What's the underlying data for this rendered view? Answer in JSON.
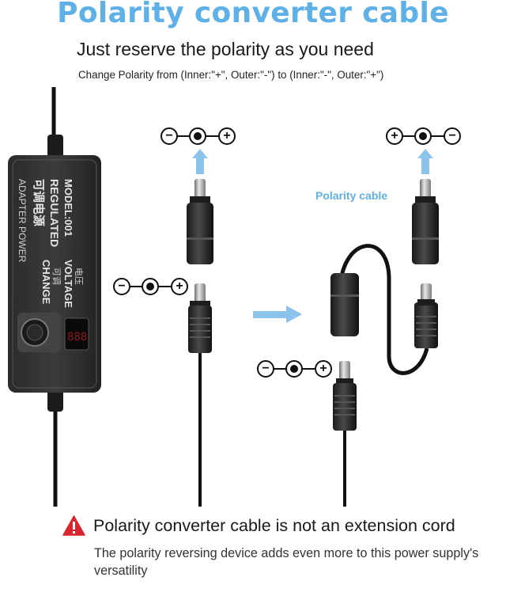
{
  "title": "Polarity converter cable",
  "subtitle": "Just reserve the polarity as you need",
  "note": "Change Polarity from (Inner:\"+\", Outer:\"-\") to (Inner:\"-\", Outer:\"+\")",
  "adapter": {
    "line1": "ADAPTER POWER",
    "line2": "可调电源",
    "line3": "REGULATED",
    "line4": "MODEL:001",
    "voltage": "VOLTAGE",
    "voltage_cn": "电压",
    "change": "CHANGE",
    "change_cn": "可调",
    "display": "888"
  },
  "polarity_cable_label": "Polarity cable",
  "polarity_symbols": {
    "original_top": [
      "−",
      "+"
    ],
    "original_mid": [
      "−",
      "+"
    ],
    "converted_top": [
      "+",
      "−"
    ],
    "converted_bottom": [
      "−",
      "+"
    ]
  },
  "warning": {
    "icon": "warning-triangle-icon",
    "heading": "Polarity converter cable is not an extension cord",
    "description": "The polarity reversing device adds even more to this power supply's versatility"
  },
  "colors": {
    "accent": "#5fb0e6",
    "warning_red": "#d9262e"
  }
}
